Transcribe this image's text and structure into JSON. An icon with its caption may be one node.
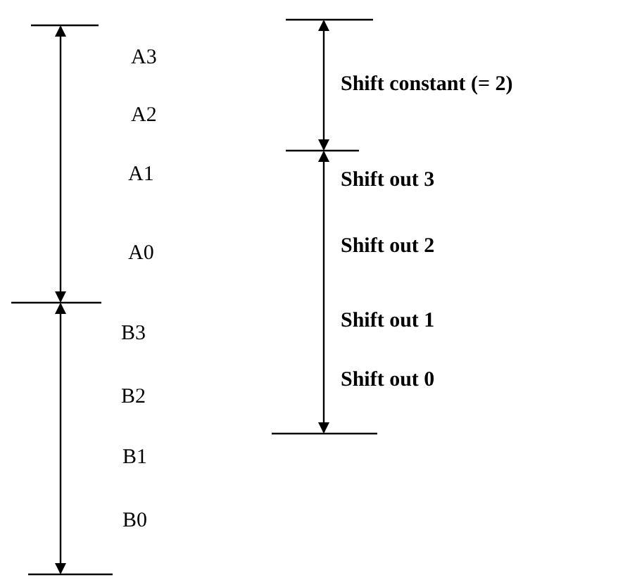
{
  "diagram": {
    "labels": [
      "A3",
      "A2",
      "A1",
      "A0",
      "B3",
      "B2",
      "B1",
      "B0",
      "Shift constant (= 2)",
      "Shift out 3",
      "Shift out 2",
      "Shift out 1",
      "Shift out 0"
    ]
  }
}
